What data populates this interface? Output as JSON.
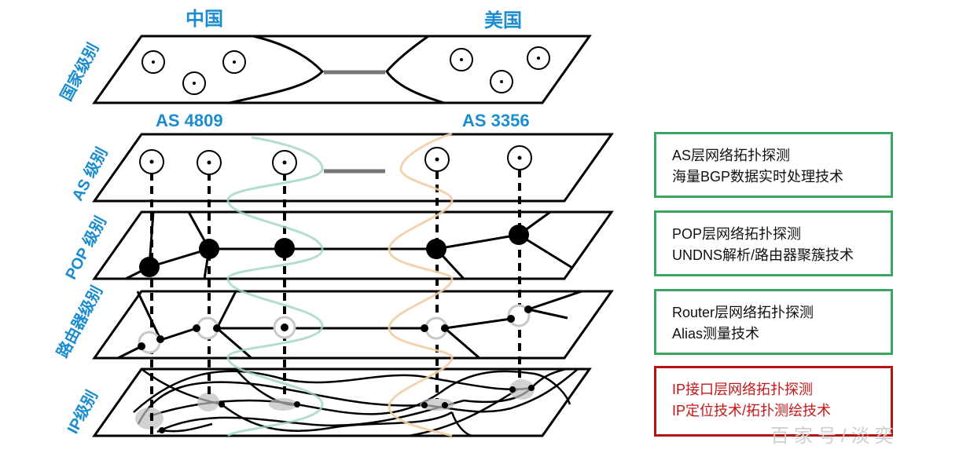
{
  "countries": {
    "left": "中国",
    "right": "美国"
  },
  "as_labels": {
    "left": "AS 4809",
    "right": "AS 3356"
  },
  "layers": [
    {
      "label": "国家级别"
    },
    {
      "label": "AS 级别"
    },
    {
      "label": "POP 级别"
    },
    {
      "label": "路由器级别"
    },
    {
      "label": "IP级别"
    }
  ],
  "boxes": [
    {
      "line1": "AS层网络拓扑探测",
      "line2": "海量BGP数据实时处理技术",
      "color": "#3aa664"
    },
    {
      "line1": "POP层网络拓扑探测",
      "line2": "UNDNS解析/路由器聚簇技术",
      "color": "#3aa664"
    },
    {
      "line1": "Router层网络拓扑探测",
      "line2": "Alias测量技术",
      "color": "#3aa664"
    },
    {
      "line1": "IP接口层网络拓扑探测",
      "line2": "IP定位技术/拓扑测绘技术",
      "color": "#b51414"
    }
  ],
  "watermark": "百家号/淡奕",
  "colors": {
    "accent_blue": "#1a8ccf",
    "box_green": "#3aa664",
    "box_red": "#b51414",
    "divider_left": "#9fd6c4",
    "divider_right": "#f0cfa6"
  }
}
